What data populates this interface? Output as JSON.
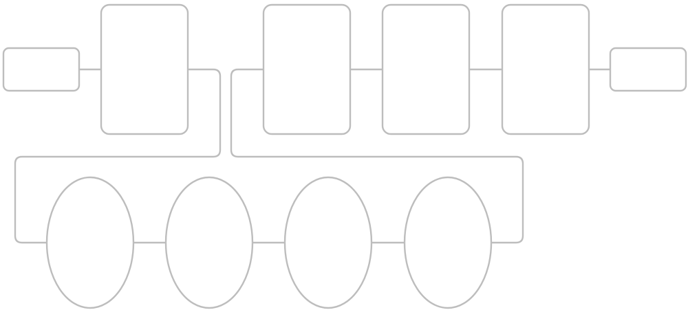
{
  "diagram": {
    "type": "flowchart",
    "stroke_color": "#bdbdbd",
    "background_color": "#ffffff",
    "nodes": [
      {
        "id": "start",
        "shape": "rounded-rectangle",
        "label": ""
      },
      {
        "id": "step-1",
        "shape": "rounded-rectangle",
        "label": ""
      },
      {
        "id": "step-2",
        "shape": "rounded-rectangle",
        "label": ""
      },
      {
        "id": "step-3",
        "shape": "rounded-rectangle",
        "label": ""
      },
      {
        "id": "step-4",
        "shape": "rounded-rectangle",
        "label": ""
      },
      {
        "id": "end",
        "shape": "rounded-rectangle",
        "label": ""
      },
      {
        "id": "ellipse-1",
        "shape": "ellipse",
        "label": ""
      },
      {
        "id": "ellipse-2",
        "shape": "ellipse",
        "label": ""
      },
      {
        "id": "ellipse-3",
        "shape": "ellipse",
        "label": ""
      },
      {
        "id": "ellipse-4",
        "shape": "ellipse",
        "label": ""
      }
    ],
    "edges": [
      {
        "from": "start",
        "to": "step-1"
      },
      {
        "from": "step-1",
        "to": "ellipse-1"
      },
      {
        "from": "ellipse-1",
        "to": "ellipse-2"
      },
      {
        "from": "ellipse-2",
        "to": "ellipse-3"
      },
      {
        "from": "ellipse-3",
        "to": "ellipse-4"
      },
      {
        "from": "ellipse-4",
        "to": "step-2"
      },
      {
        "from": "step-2",
        "to": "step-3"
      },
      {
        "from": "step-3",
        "to": "step-4"
      },
      {
        "from": "step-4",
        "to": "end"
      }
    ]
  }
}
